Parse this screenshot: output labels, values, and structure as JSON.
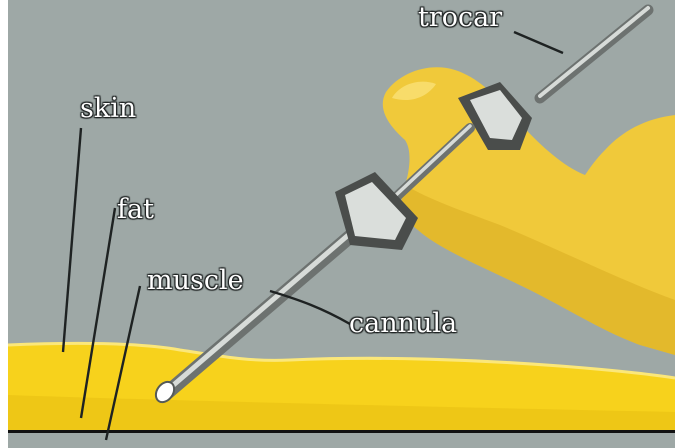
{
  "labels": {
    "trocar": "trocar",
    "skin": "skin",
    "fat": "fat",
    "muscle": "muscle",
    "cannula": "cannula"
  },
  "colors": {
    "background": "#9ea8a6",
    "skin_yellow": "#f7d21c",
    "hand": "#f0c93a",
    "steel": "#c9cdca",
    "leader_lines": "#1e2222"
  }
}
